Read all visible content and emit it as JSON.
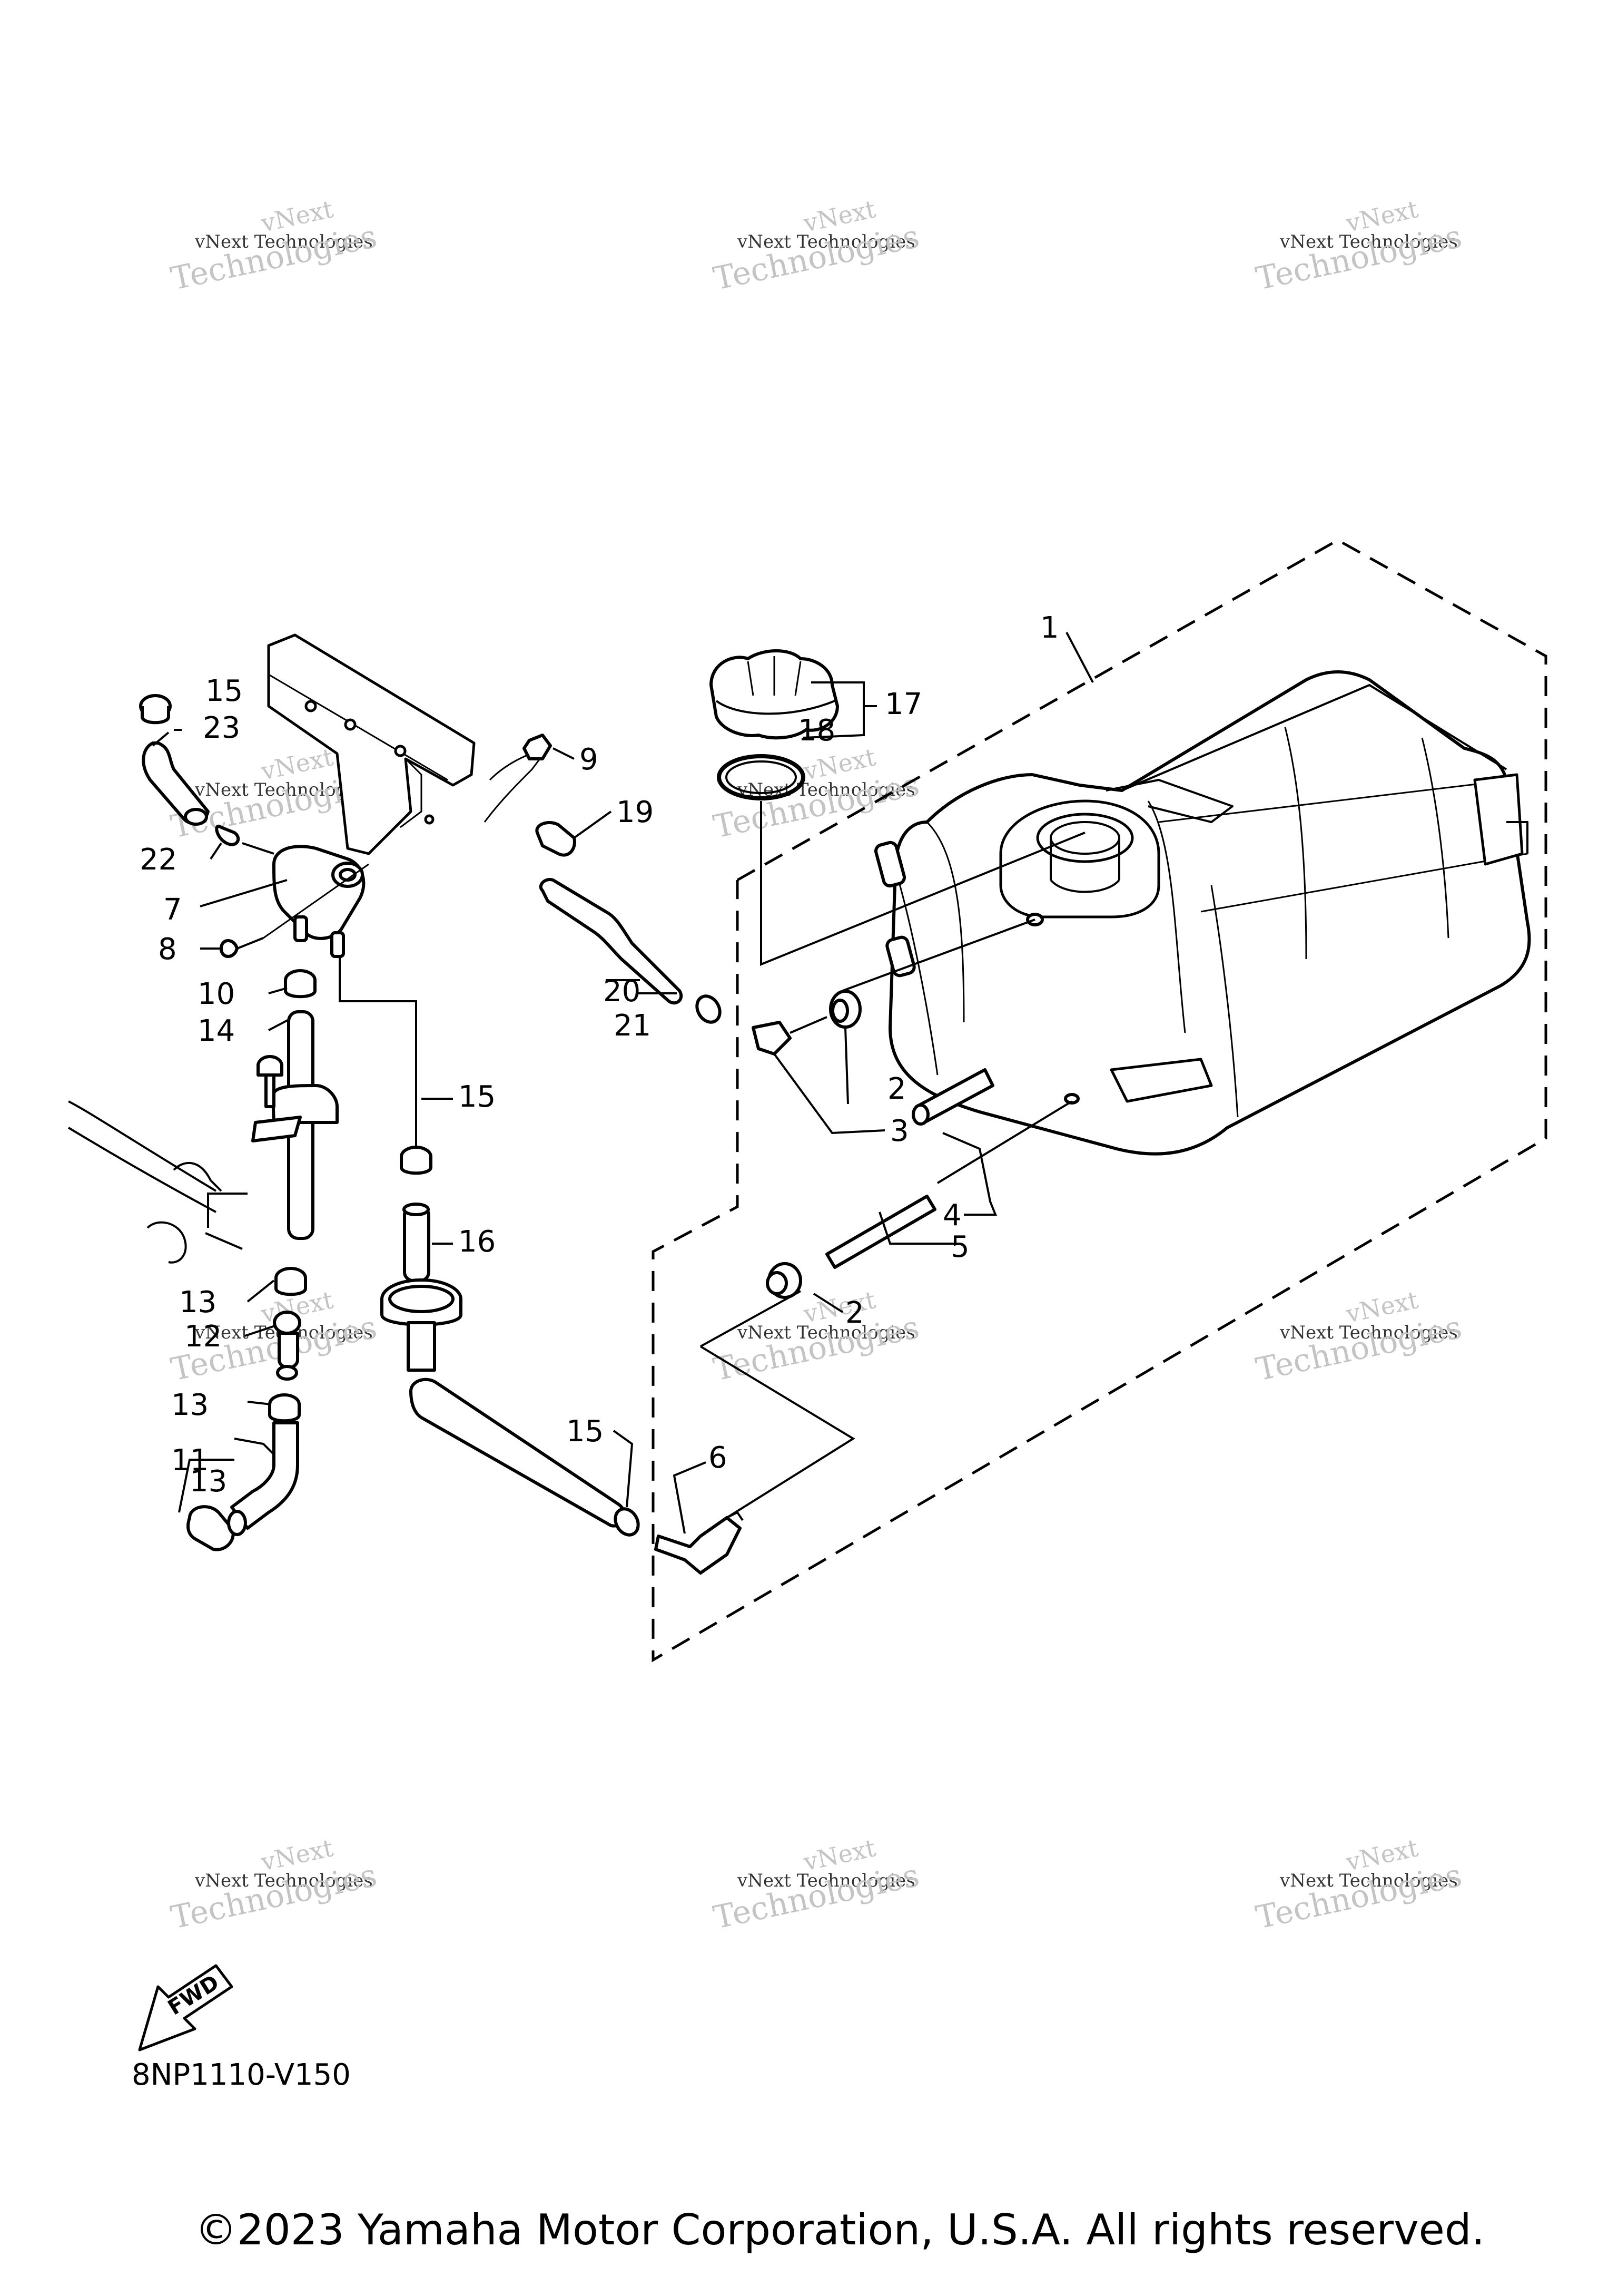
{
  "diagram": {
    "callouts": [
      "1",
      "2",
      "2",
      "3",
      "4",
      "5",
      "6",
      "7",
      "8",
      "9",
      "10",
      "11",
      "12",
      "13",
      "13",
      "13",
      "14",
      "15",
      "15",
      "15",
      "16",
      "17",
      "18",
      "19",
      "20",
      "21",
      "22",
      "23"
    ],
    "diagram_code": "8NP1110-V150",
    "fwd_label": "FWD",
    "copyright": "©2023 Yamaha Motor Corporation, U.S.A. All rights reserved.",
    "watermark": {
      "line1": "vNext Technologies",
      "line2": "vNext",
      "line3": "Technologies"
    },
    "line_color": "#000000",
    "watermark_color": "#bdbdbd"
  }
}
